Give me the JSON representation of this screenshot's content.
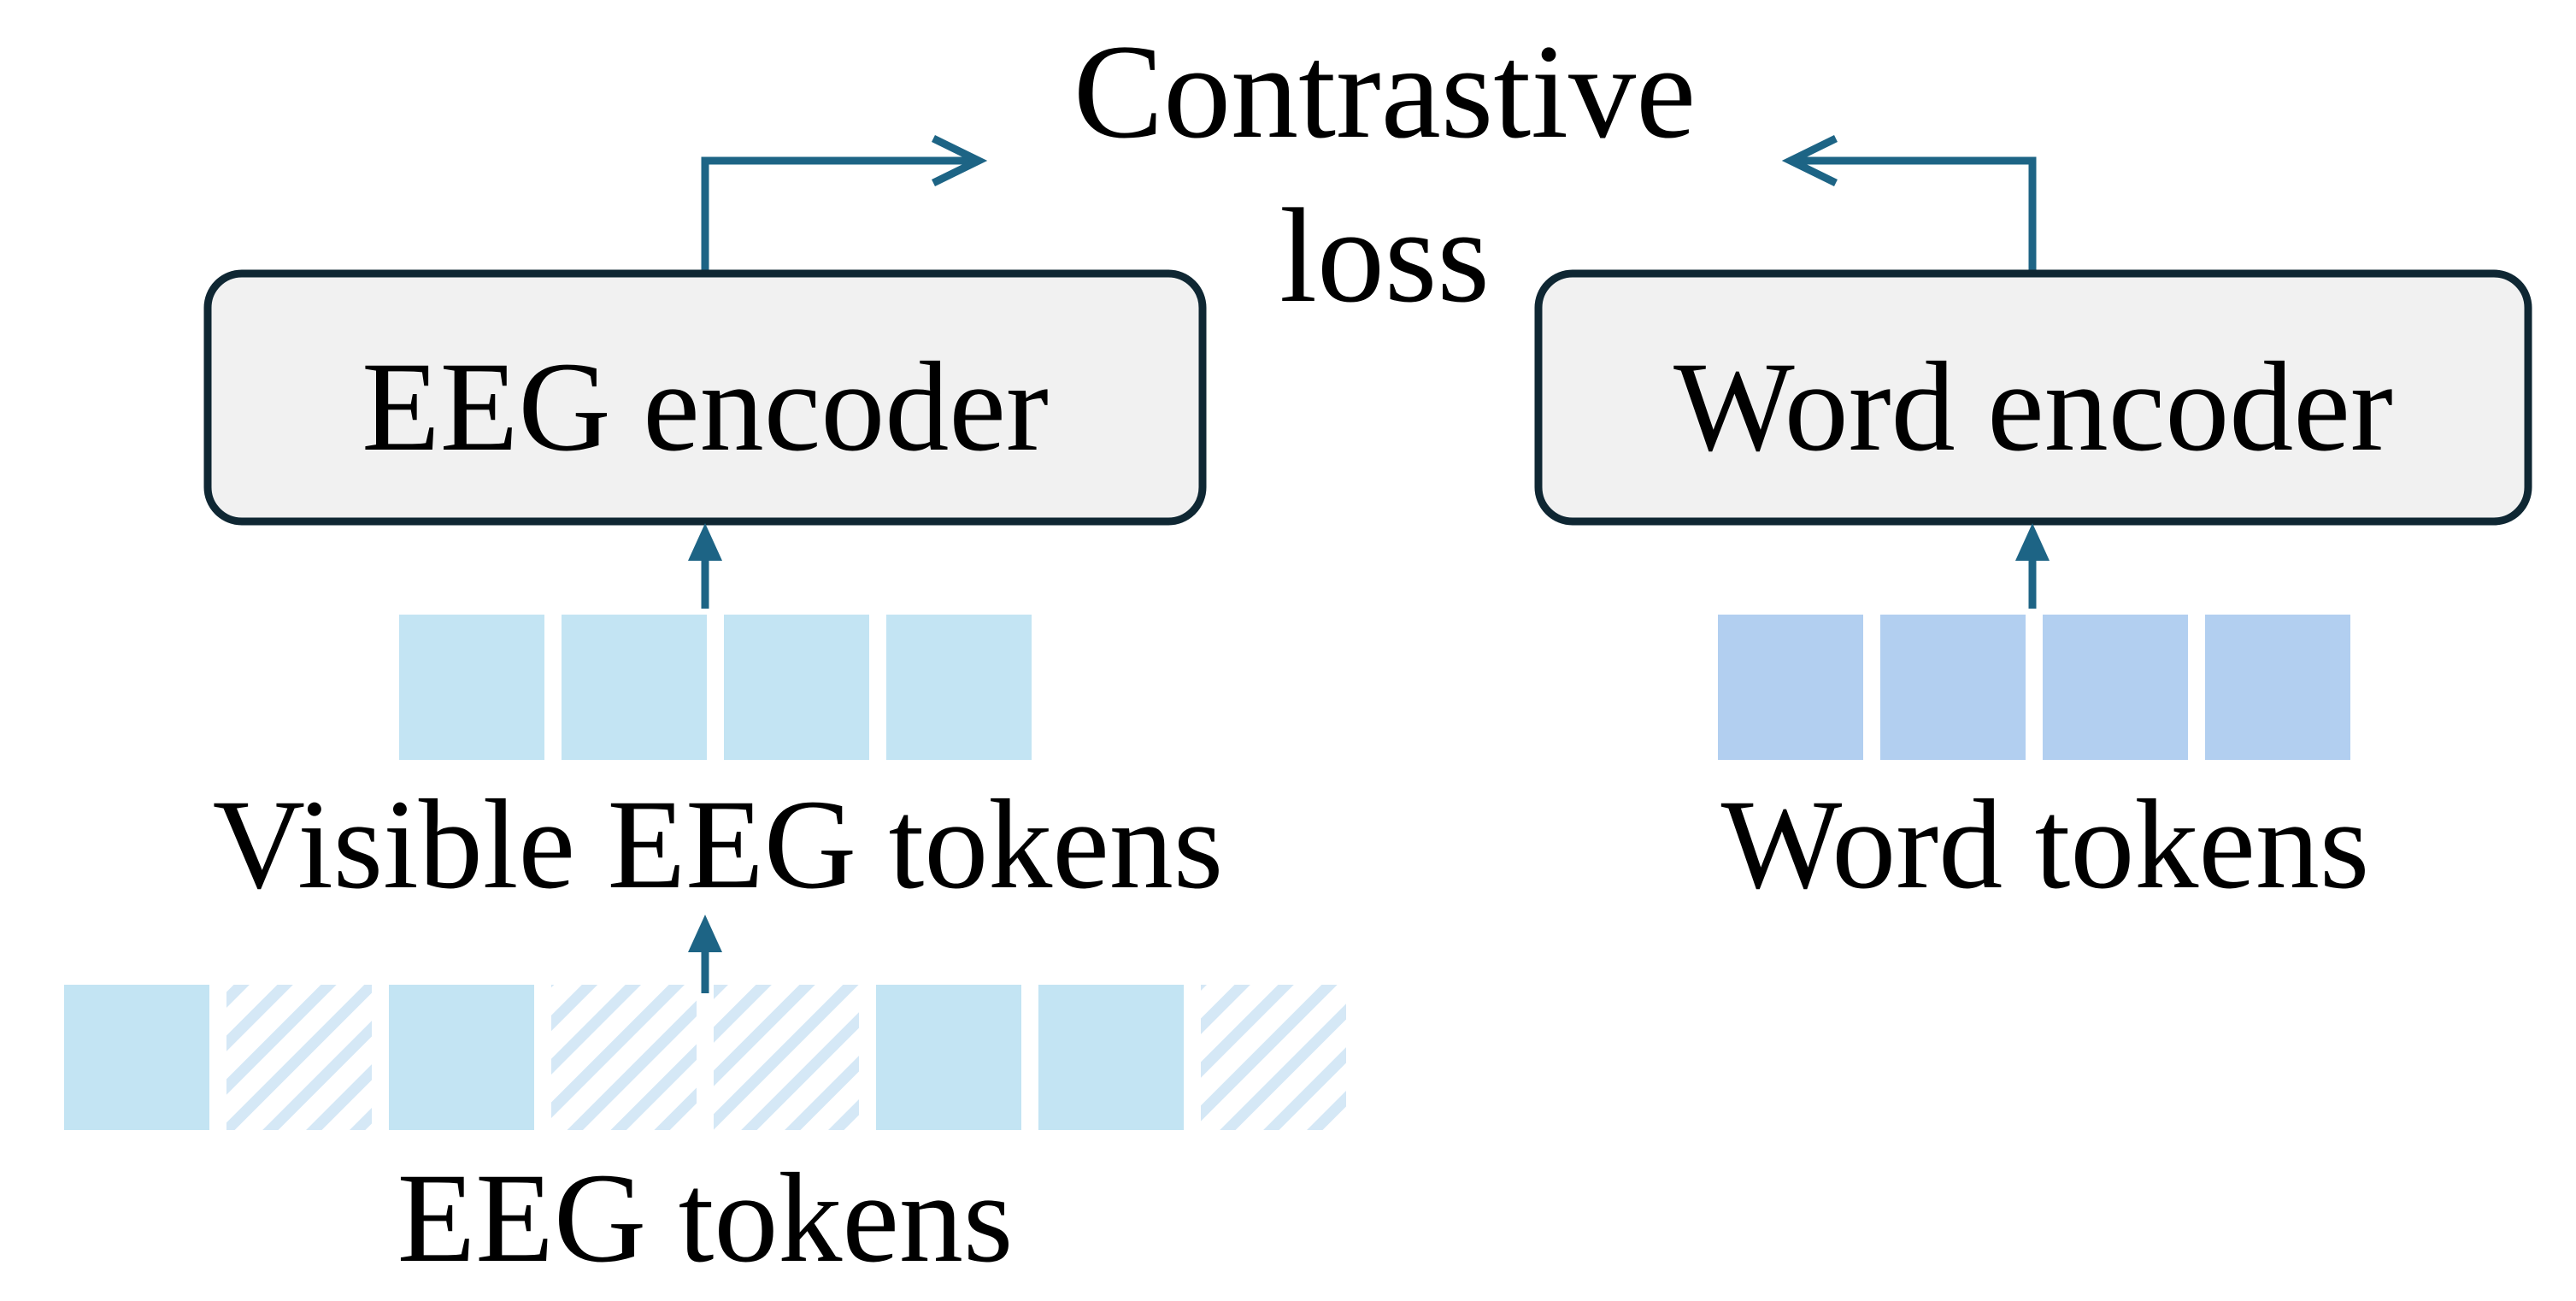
{
  "title_line1": "Contrastive",
  "title_line2": "loss",
  "eeg_encoder": {
    "label": "EEG encoder"
  },
  "word_encoder": {
    "label": "Word encoder"
  },
  "visible_eeg_tokens": {
    "label": "Visible EEG tokens",
    "count": 4
  },
  "word_tokens": {
    "label": "Word tokens",
    "count": 4
  },
  "eeg_tokens": {
    "label": "EEG tokens",
    "sequence": [
      "visible",
      "masked",
      "visible",
      "masked",
      "masked",
      "visible",
      "visible",
      "masked"
    ]
  },
  "colors": {
    "arrow": "#1d6485",
    "encoder_fill": "#f1f1f1",
    "encoder_stroke": "#0f2733",
    "eeg_token": "#c3e4f3",
    "word_token": "#b2cff0",
    "mask_stripe": "#d5e8f6"
  }
}
